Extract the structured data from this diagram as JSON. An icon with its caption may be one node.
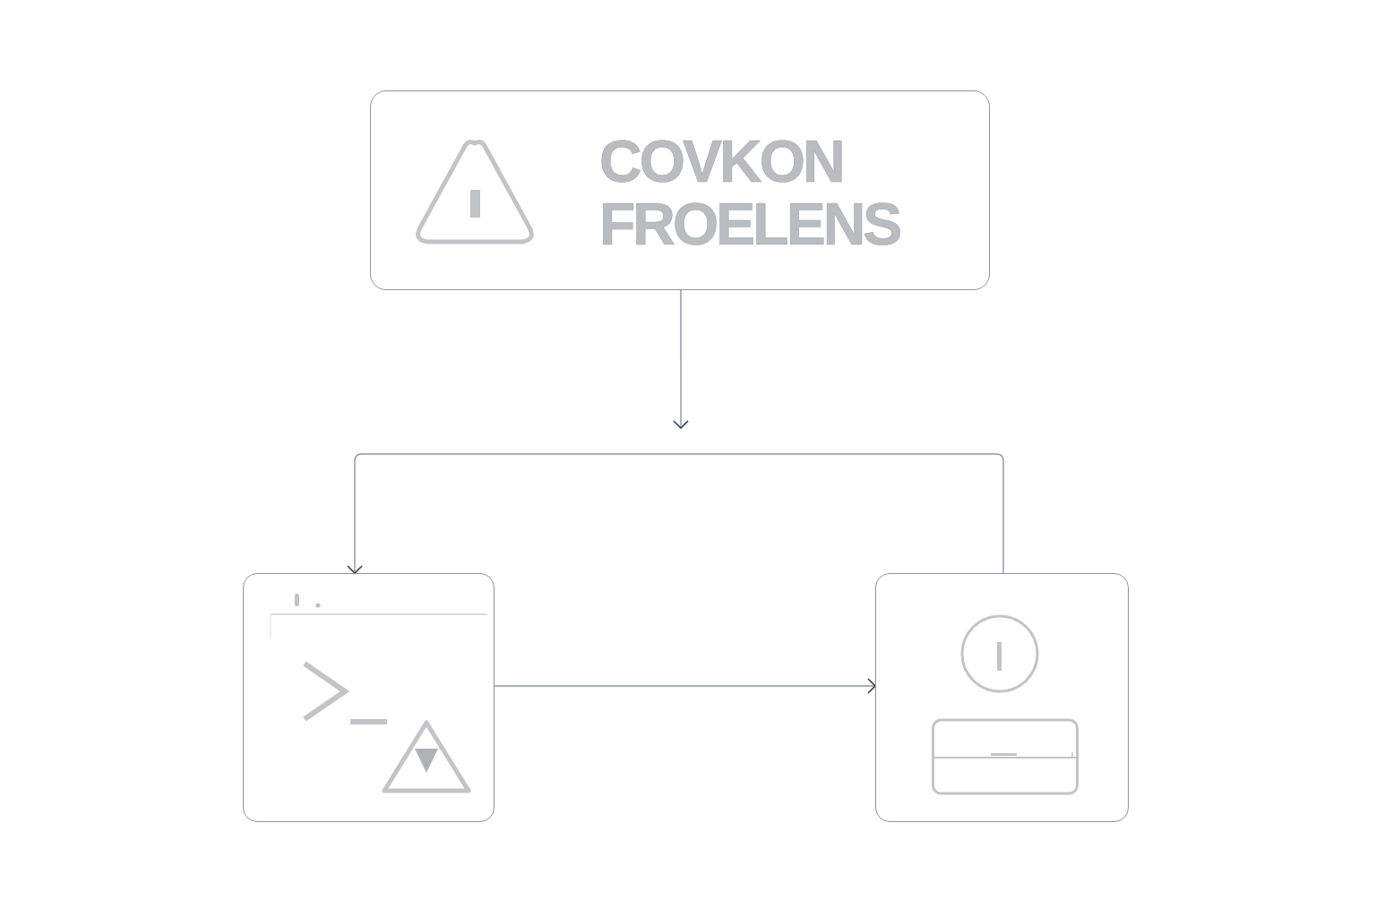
{
  "diagram": {
    "nodes": [
      {
        "text": [
          "COVKON FROELENS"
        ]
      },
      {
        "text": [],
        "shape": "box"
      },
      {
        "text": [],
        "shape": "box"
      }
    ],
    "edges": [
      {
        "from": 0,
        "to": null,
        "arrow": "to"
      },
      {
        "from": 2,
        "to": 1,
        "arrow": "to"
      },
      {
        "from": 1,
        "to": 2,
        "arrow": "to"
      }
    ]
  }
}
